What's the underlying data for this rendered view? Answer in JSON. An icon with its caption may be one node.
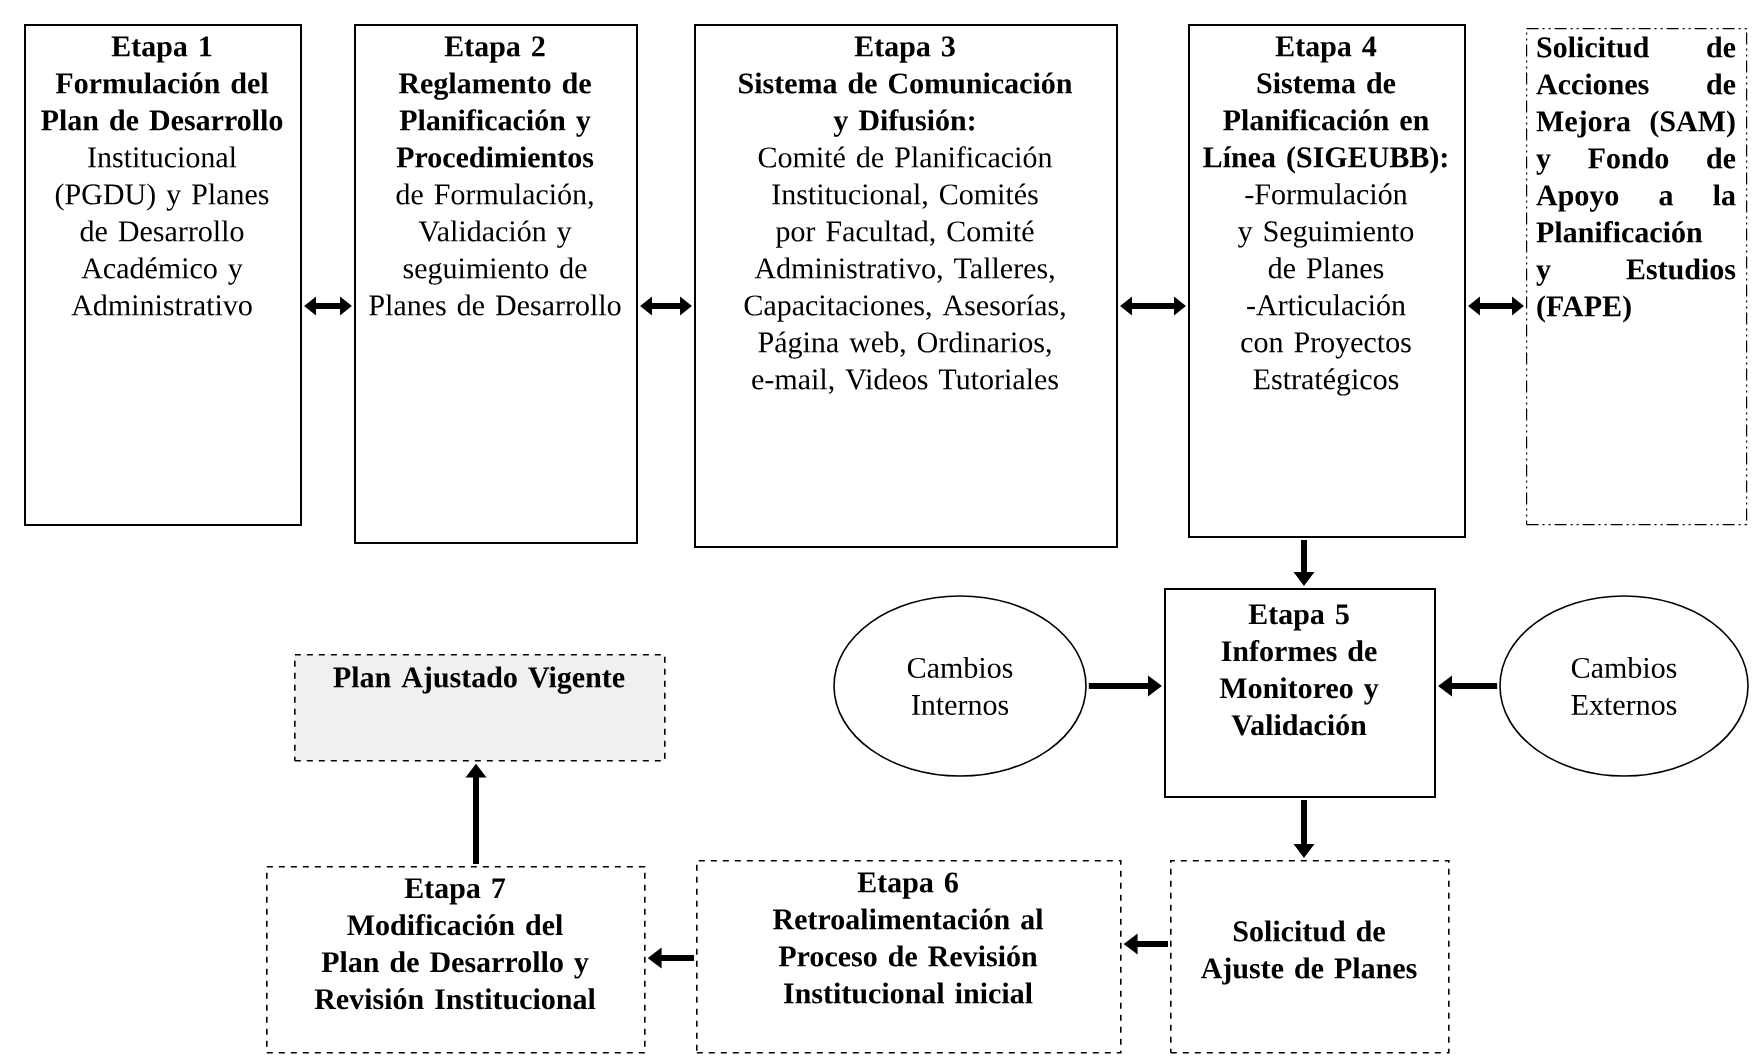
{
  "diagram": {
    "nodes": [
      {
        "text": [
          "Etapa 1",
          "Formulación del Plan de Desarrollo",
          "Institucional (PGDU) y Planes de Desarrollo Académico y Administrativo"
        ]
      },
      {
        "text": [
          "Etapa 2",
          "Reglamento de Planificación y Procedimientos",
          "de Formulación, Validación y seguimiento de Planes de Desarrollo"
        ]
      },
      {
        "text": [
          "Etapa 3",
          "Sistema de Comunicación y Difusión:",
          "Comité de Planificación Institucional, Comités por Facultad, Comité Administrativo, Talleres, Capacitaciones, Asesorías, Página web, Ordinarios, e-mail, Videos Tutoriales"
        ]
      },
      {
        "text": [
          "Etapa 4",
          "Sistema de Planificación en Línea (SIGEUBB):",
          "-Formulación y Seguimiento de Planes",
          "-Articulación con Proyectos Estratégicos"
        ]
      },
      {
        "text": [
          "Solicitud de Acciones de Mejora (SAM) y Fondo de Apoyo a la Planificación y Estudios (FAPE)"
        ]
      },
      {
        "text": [
          "Plan Ajustado Vigente"
        ]
      },
      {
        "text": [
          "Cambios Internos"
        ]
      },
      {
        "text": [
          "Etapa 5",
          "Informes de Monitoreo y Validación"
        ]
      },
      {
        "text": [
          "Cambios Externos"
        ]
      },
      {
        "text": [
          "Etapa 7",
          "Modificación del Plan de Desarrollo y Revisión Institucional"
        ]
      },
      {
        "text": [
          "Etapa 6",
          "Retroalimentación al Proceso de Revisión Institucional inicial"
        ]
      },
      {
        "text": [
          "Solicitud de Ajuste de Planes"
        ]
      }
    ],
    "edges": [
      {
        "from": 0,
        "to": 1,
        "arrow": "both"
      },
      {
        "from": 1,
        "to": 2,
        "arrow": "both"
      },
      {
        "from": 2,
        "to": 3,
        "arrow": "both"
      },
      {
        "from": 3,
        "to": 4,
        "arrow": "both"
      },
      {
        "from": 3,
        "to": 7,
        "arrow": "to"
      },
      {
        "from": 6,
        "to": 7,
        "arrow": "to"
      },
      {
        "from": 8,
        "to": 7,
        "arrow": "to"
      },
      {
        "from": 7,
        "to": 11,
        "arrow": "to"
      },
      {
        "from": 11,
        "to": 10,
        "arrow": "to"
      },
      {
        "from": 10,
        "to": 9,
        "arrow": "to"
      },
      {
        "from": 9,
        "to": 5,
        "arrow": "to"
      }
    ]
  }
}
